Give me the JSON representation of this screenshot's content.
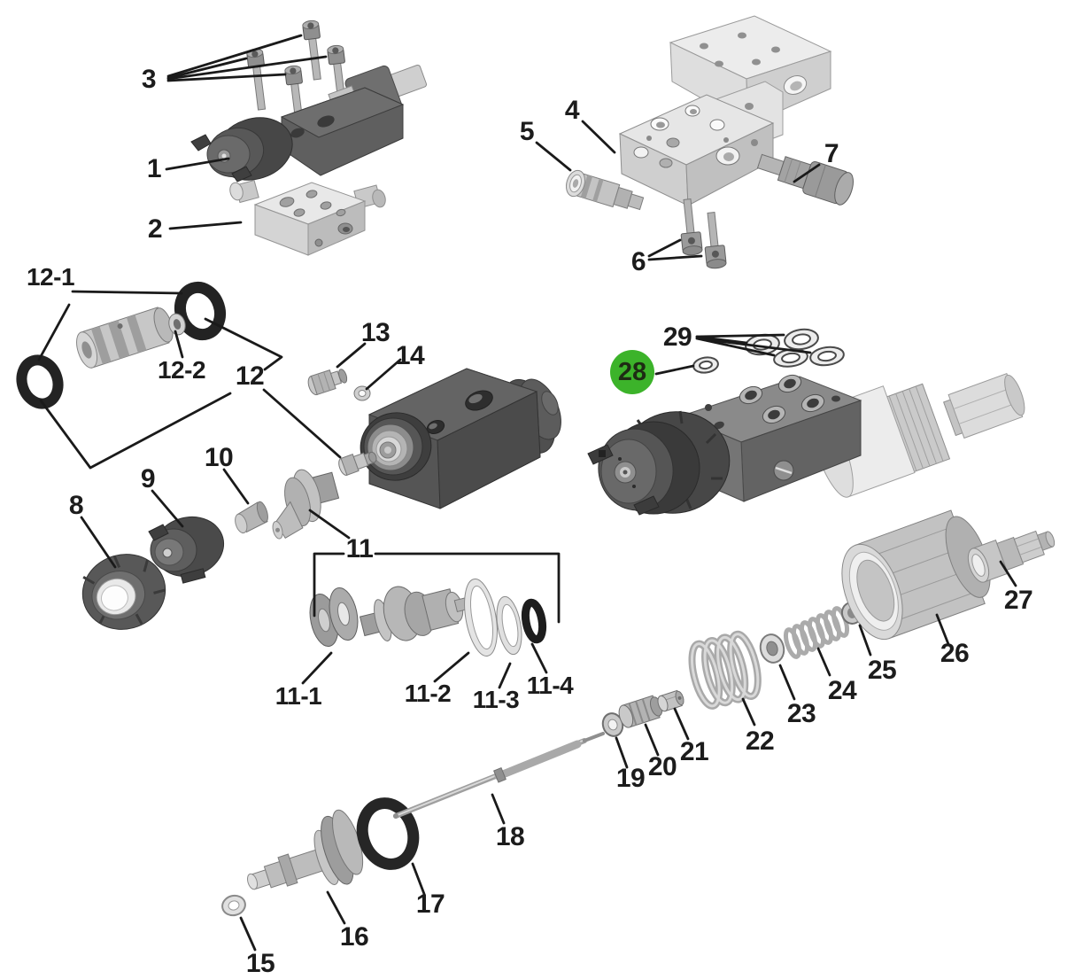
{
  "diagram": {
    "type": "exploded-parts-diagram",
    "subject": "spray valve assembly exploded parts view",
    "background_color": "#ffffff",
    "line_color": "#1a1a1a",
    "highlight": {
      "callout": "28",
      "badge_color": "#3cb32a",
      "badge_text_color": "#1e2b14"
    },
    "callouts": {
      "n1": "1",
      "n2": "2",
      "n3": "3",
      "n4": "4",
      "n5": "5",
      "n6": "6",
      "n7": "7",
      "n8": "8",
      "n9": "9",
      "n10": "10",
      "n11": "11",
      "n11_1": "11-1",
      "n11_2": "11-2",
      "n11_3": "11-3",
      "n11_4": "11-4",
      "n12": "12",
      "n12_1": "12-1",
      "n12_2": "12-2",
      "n13": "13",
      "n14": "14",
      "n15": "15",
      "n16": "16",
      "n17": "17",
      "n18": "18",
      "n19": "19",
      "n20": "20",
      "n21": "21",
      "n22": "22",
      "n23": "23",
      "n24": "24",
      "n25": "25",
      "n26": "26",
      "n27": "27",
      "n28": "28",
      "n29": "29"
    }
  }
}
